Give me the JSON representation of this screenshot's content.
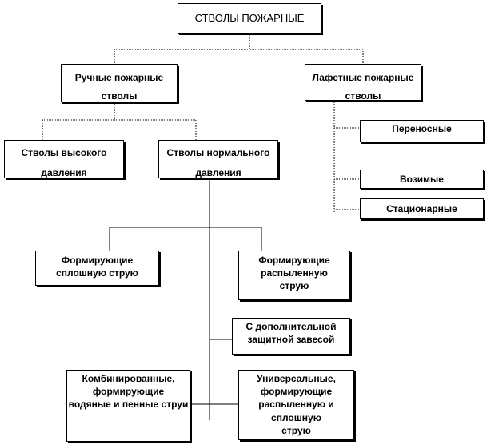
{
  "diagram": {
    "title": "СТВОЛЫ ПОЖАРНЫЕ",
    "manual": "Ручные пожарные\nстволы",
    "monitor": "Лафетные пожарные\nстволы",
    "high_pressure": "Стволы высокого\nдавления",
    "normal_pressure": "Стволы нормального\nдавления",
    "portable": "Переносные",
    "transportable": "Возимые",
    "stationary": "Стационарные",
    "solid_jet": "Формирующие\nсплошную струю",
    "spray_jet": "Формирующие\nраспыленную\nструю",
    "curtain": "С дополнительной\nзащитной завесой",
    "combined": "Комбинированные,\nформирующие\nводяные и пенные струи",
    "universal": "Универсальные,\nформирующие\nраспыленную и сплошную\nструю"
  }
}
